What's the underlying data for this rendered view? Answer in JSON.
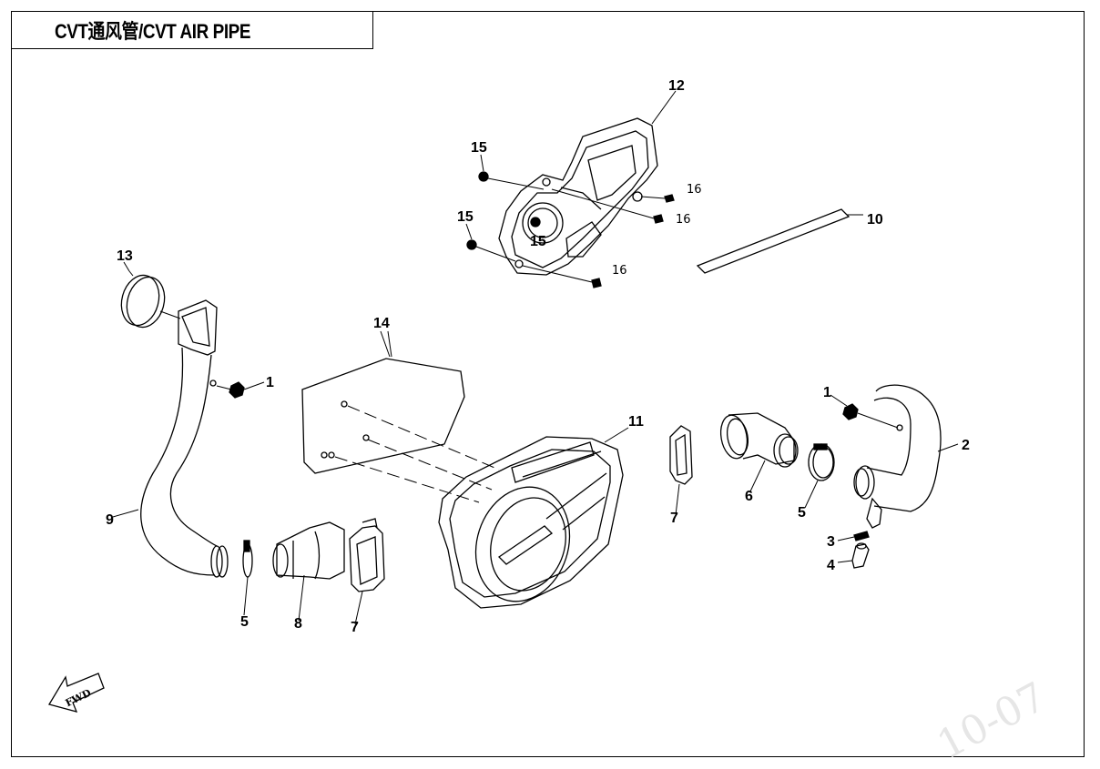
{
  "title": "CVT通风管/CVT AIR PIPE",
  "fwd_label": "FWD",
  "watermark": "10-07",
  "callouts": {
    "c1_left": "1",
    "c1_right": "1",
    "c2": "2",
    "c3": "3",
    "c4": "4",
    "c5_left": "5",
    "c5_right": "5",
    "c6": "6",
    "c7_left": "7",
    "c7_right": "7",
    "c8": "8",
    "c9": "9",
    "c10": "10",
    "c11": "11",
    "c12": "12",
    "c13": "13",
    "c14": "14",
    "c15_top": "15",
    "c15_mid": "15",
    "c15_center": "15",
    "c16_a": "16",
    "c16_b": "16",
    "c16_c": "16"
  }
}
